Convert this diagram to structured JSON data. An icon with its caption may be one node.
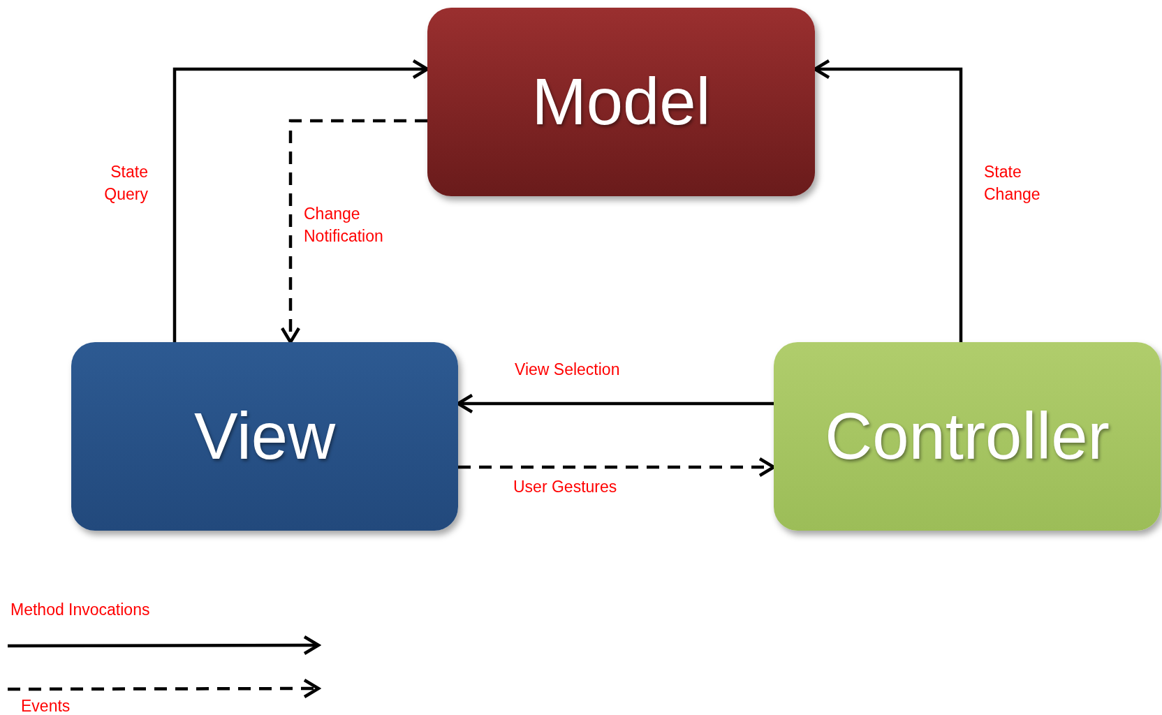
{
  "diagram": {
    "nodes": [
      {
        "text": [
          "Model"
        ]
      },
      {
        "text": [
          "View"
        ]
      },
      {
        "text": [
          "Controller"
        ]
      }
    ],
    "edges": [
      {
        "from": 1,
        "to": 0,
        "arrow": "to",
        "label": "State Query"
      },
      {
        "from": 0,
        "to": 1,
        "arrow": "to",
        "label": "Change Notification",
        "style": "dashed"
      },
      {
        "from": 2,
        "to": 0,
        "arrow": "to",
        "label": "State Change"
      },
      {
        "from": 2,
        "to": 1,
        "arrow": "to",
        "label": "View Selection"
      },
      {
        "from": 1,
        "to": 2,
        "arrow": "to",
        "label": "User Gestures",
        "style": "dashed"
      }
    ],
    "legend": [
      {
        "text": "Method Invocations"
      },
      {
        "text": "Events"
      }
    ]
  }
}
